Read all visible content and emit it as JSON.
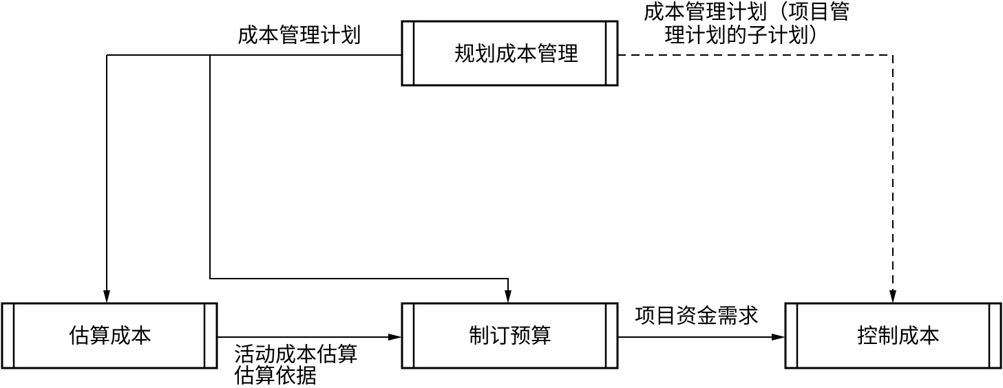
{
  "processes": {
    "plan": {
      "label": "规划成本管理"
    },
    "estimate": {
      "label": "估算成本"
    },
    "budget": {
      "label": "制订预算"
    },
    "control": {
      "label": "控制成本"
    }
  },
  "flows": {
    "plan_to_estimate_budget": "成本管理计划",
    "plan_to_control": [
      "成本管理计划（项目管",
      "理计划的子计划）"
    ],
    "estimate_to_budget": [
      "活动成本估算",
      "估算依据"
    ],
    "budget_to_control": "项目资金需求"
  },
  "colors": {
    "stroke": "#000000",
    "background": "#ffffff"
  }
}
